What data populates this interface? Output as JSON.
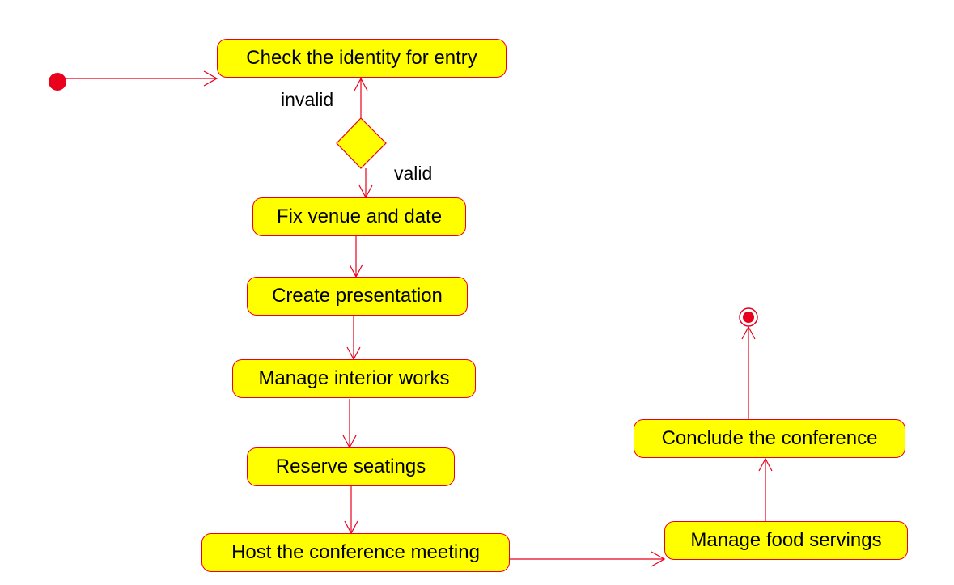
{
  "colors": {
    "node_fill": "#ffff00",
    "node_border": "#e8001c",
    "edge": "#e8001c",
    "start_node": "#e8001c",
    "background": "#ffffff"
  },
  "nodes": {
    "check_identity": "Check the identity for entry",
    "fix_venue": "Fix venue and date",
    "create_presentation": "Create presentation",
    "manage_interior": "Manage interior works",
    "reserve_seatings": "Reserve seatings",
    "host_meeting": "Host the conference meeting",
    "manage_food": "Manage food servings",
    "conclude": "Conclude the conference"
  },
  "guards": {
    "invalid": "invalid",
    "valid": "valid"
  }
}
